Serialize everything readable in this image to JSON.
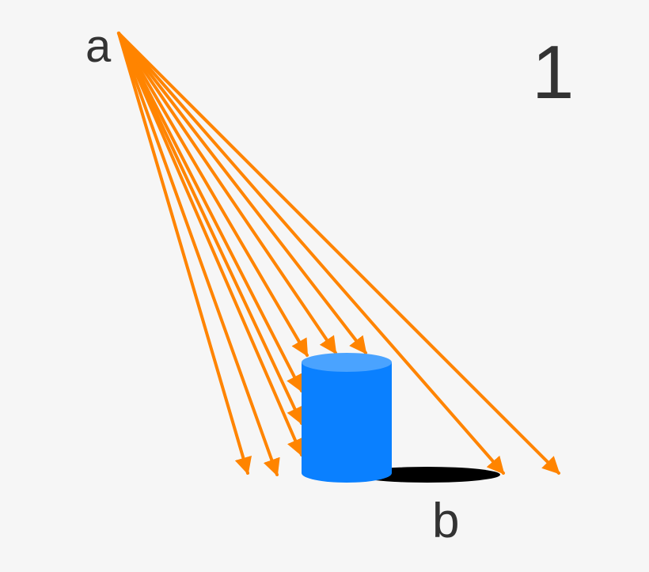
{
  "labels": {
    "source_point": "a",
    "shadow_tip": "b",
    "figure_number": "1"
  },
  "colors": {
    "background": "#f6f6f6",
    "ray": "#ff8400",
    "cylinder_body": "#0a80ff",
    "cylinder_top": "#4aa3ff",
    "shadow": "#000000",
    "label_text": "#333333"
  },
  "rays": {
    "count": 10
  }
}
